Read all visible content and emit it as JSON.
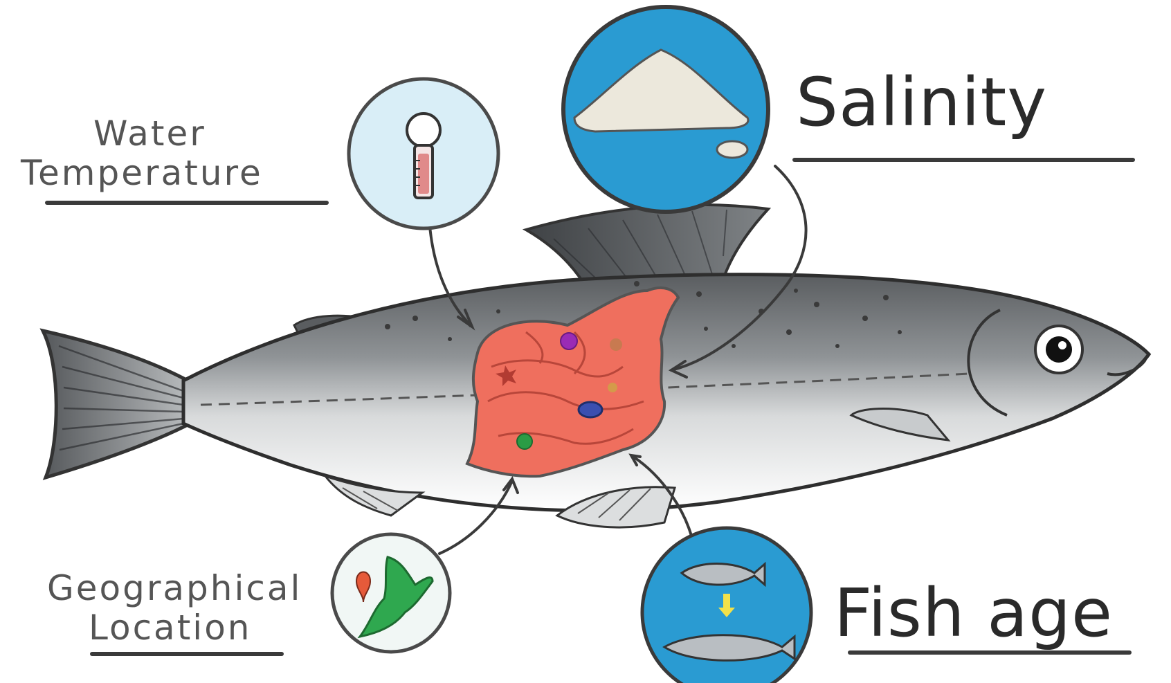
{
  "labels": {
    "water": "Water",
    "temperature": "Temperature",
    "salinity": "Salinity",
    "geographical": "Geographical",
    "location": "Location",
    "fish_age": "Fish age"
  },
  "colors": {
    "outline": "#3a3a3a",
    "gut": "#ef6f5e",
    "salinity_circle": "#2a9bd2",
    "fishage_circle": "#2a9bd2",
    "temperature_circle": "#d9eef7",
    "location_circle": "#f1f7f5",
    "map_land": "#2fa84f",
    "location_pin": "#e65a3a",
    "salt": "#ece8dc"
  },
  "icons": {
    "temperature": "thermometer-icon",
    "salinity": "salt-pile-icon",
    "location": "map-pin-icon",
    "fish_age": "fish-growth-icon"
  }
}
